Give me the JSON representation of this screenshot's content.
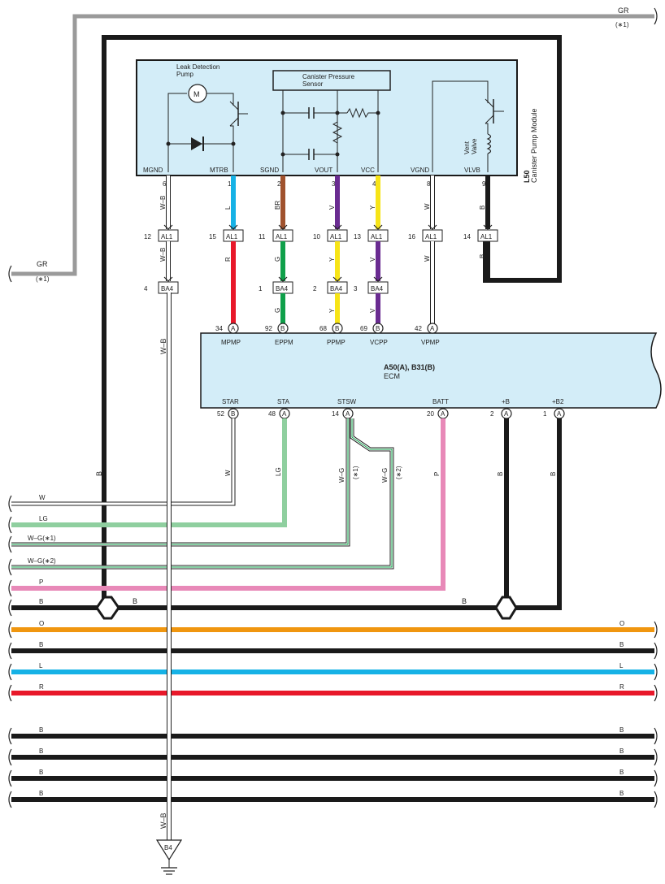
{
  "power": {
    "gr_label": "GR",
    "note1": "(∗1)"
  },
  "module": {
    "code": "L50",
    "name": "Canister Pump Module",
    "pump_label_1": "Leak Detection",
    "pump_label_2": "Pump",
    "motor_symbol": "M",
    "sensor_label_1": "Canister Pressure",
    "sensor_label_2": "Sensor",
    "vent_label_1": "Vent",
    "vent_label_2": "Valve",
    "pins": [
      {
        "name": "MGND",
        "num": "6"
      },
      {
        "name": "MTRB",
        "num": "1"
      },
      {
        "name": "SGND",
        "num": "2"
      },
      {
        "name": "VOUT",
        "num": "3"
      },
      {
        "name": "VCC",
        "num": "4"
      },
      {
        "name": "VGND",
        "num": "8"
      },
      {
        "name": "VLVB",
        "num": "9"
      }
    ]
  },
  "wires": {
    "mgnd": "W–B",
    "mtrb": "L",
    "sgnd": "BR",
    "vout": "V",
    "vcc": "Y",
    "vgnd": "W",
    "vlvb": "B",
    "mgnd2": "W–B",
    "mtrb2": "R",
    "sgnd2": "G",
    "vout2": "Y",
    "vcc2": "V",
    "vgnd2": "W",
    "vlvb2": "B",
    "sgnd3": "G",
    "vout3": "Y",
    "vcc3": "V",
    "ground_run": "W–B",
    "ground_run2": "W–B",
    "ecm_b": "B"
  },
  "connectors": {
    "al1": [
      {
        "pin": "12",
        "label": "AL1"
      },
      {
        "pin": "15",
        "label": "AL1"
      },
      {
        "pin": "11",
        "label": "AL1"
      },
      {
        "pin": "10",
        "label": "AL1"
      },
      {
        "pin": "13",
        "label": "AL1"
      },
      {
        "pin": "16",
        "label": "AL1"
      },
      {
        "pin": "14",
        "label": "AL1"
      }
    ],
    "ba4": [
      {
        "pin": "4",
        "label": "BA4"
      },
      {
        "pin": "1",
        "label": "BA4"
      },
      {
        "pin": "2",
        "label": "BA4"
      },
      {
        "pin": "3",
        "label": "BA4"
      }
    ]
  },
  "ecm": {
    "title": "A50(A), B31(B)",
    "name": "ECM",
    "top_pins": [
      {
        "num": "34",
        "conn": "A",
        "name": "MPMP"
      },
      {
        "num": "92",
        "conn": "B",
        "name": "EPPM"
      },
      {
        "num": "68",
        "conn": "B",
        "name": "PPMP"
      },
      {
        "num": "69",
        "conn": "B",
        "name": "VCPP"
      },
      {
        "num": "42",
        "conn": "A",
        "name": "VPMP"
      }
    ],
    "bottom_pins": [
      {
        "num": "52",
        "conn": "B",
        "name": "STAR"
      },
      {
        "num": "48",
        "conn": "A",
        "name": "STA"
      },
      {
        "num": "14",
        "conn": "A",
        "name": "STSW"
      },
      {
        "num": "20",
        "conn": "A",
        "name": "BATT"
      },
      {
        "num": "2",
        "conn": "A",
        "name": "+B"
      },
      {
        "num": "1",
        "conn": "A",
        "name": "+B2"
      }
    ],
    "out_wires": {
      "star": "W",
      "sta": "LG",
      "stsw1": "W–G",
      "stsw1_note": "(∗1)",
      "stsw2": "W–G",
      "stsw2_note": "(∗2)",
      "batt": "P",
      "b1": "B",
      "b2": "B"
    }
  },
  "bus": {
    "lines": [
      {
        "left": "W",
        "right": "",
        "color": "#ffffff"
      },
      {
        "left": "LG",
        "right": "",
        "color": "#8fcf9f"
      },
      {
        "left": "W–G(∗1)",
        "right": "",
        "color": "#ffffff"
      },
      {
        "left": "W–G(∗2)",
        "right": "",
        "color": "#ffffff"
      },
      {
        "left": "P",
        "right": "",
        "color": "#e889b8"
      },
      {
        "left": "B",
        "right": "",
        "color": "#1a1a1a"
      },
      {
        "left": "O",
        "right": "O",
        "color": "#f0960f"
      },
      {
        "left": "B",
        "right": "B",
        "color": "#1a1a1a"
      },
      {
        "left": "L",
        "right": "L",
        "color": "#16b2e6"
      },
      {
        "left": "R",
        "right": "R",
        "color": "#e8182a"
      },
      {
        "left": "B",
        "right": "B",
        "color": "#1a1a1a"
      },
      {
        "left": "B",
        "right": "B",
        "color": "#1a1a1a"
      },
      {
        "left": "B",
        "right": "B",
        "color": "#1a1a1a"
      },
      {
        "left": "B",
        "right": "B",
        "color": "#1a1a1a"
      }
    ],
    "junction_b_mid": "B",
    "junction_b_right": "B"
  },
  "ground": {
    "label": "B4"
  },
  "colors": {
    "W": "#ffffff",
    "B": "#1a1a1a",
    "L": "#16b2e6",
    "R": "#e8182a",
    "BR": "#a0522d",
    "G": "#0fa04a",
    "V": "#6a2c91",
    "Y": "#f7e417",
    "LG": "#8fcf9f",
    "P": "#e889b8",
    "O": "#f0960f",
    "GR": "#9a9a9a",
    "box": "#d3edf8"
  }
}
